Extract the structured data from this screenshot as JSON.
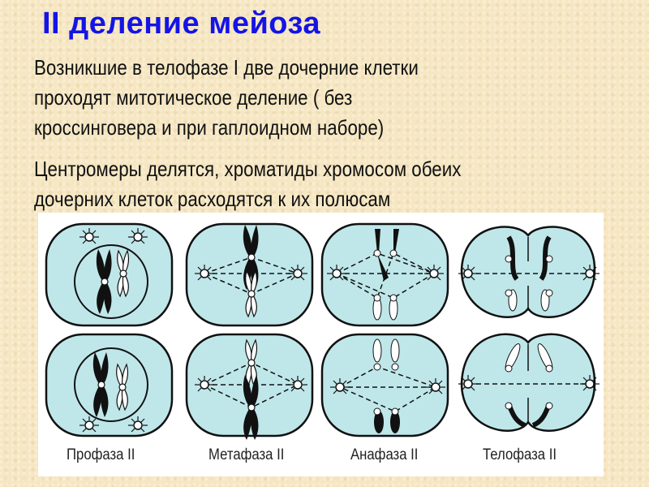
{
  "slide": {
    "title": "II деление мейоза",
    "paragraphs": [
      [
        "Возникшие в телофазе I  две дочерние клетки",
        "проходят митотическое деление ( без",
        "кроссинговера и при гаплоидном наборе)"
      ],
      [
        "Центромеры делятся, хроматиды хромосом обеих",
        "дочерних клеток расходятся к их полюсам"
      ]
    ]
  },
  "figure": {
    "stages": [
      {
        "label": "Профаза II"
      },
      {
        "label": "Метафаза II"
      },
      {
        "label": "Анафаза II"
      },
      {
        "label": "Телофаза II"
      }
    ],
    "colors": {
      "cell_fill": "#bfe7ea",
      "outline": "#111111",
      "background": "#ffffff"
    }
  }
}
